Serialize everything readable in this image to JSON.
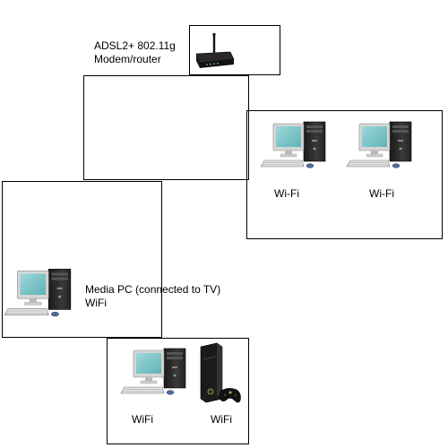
{
  "router": {
    "label_line1": "ADSL2+ 802.11g",
    "label_line2": "Modem/router",
    "icon": "wireless-router-icon"
  },
  "wifi_group": {
    "pc1_label": "Wi-Fi",
    "pc2_label": "Wi-Fi",
    "icon": "desktop-computer-icon"
  },
  "media_pc": {
    "label_line1": "Media PC (connected to TV)",
    "label_line2": "WiFi",
    "icon": "desktop-computer-icon"
  },
  "bottom_group": {
    "pc_label": "WiFi",
    "console_label": "WiFi",
    "pc_icon": "desktop-computer-icon",
    "console_icon": "game-console-icon"
  }
}
